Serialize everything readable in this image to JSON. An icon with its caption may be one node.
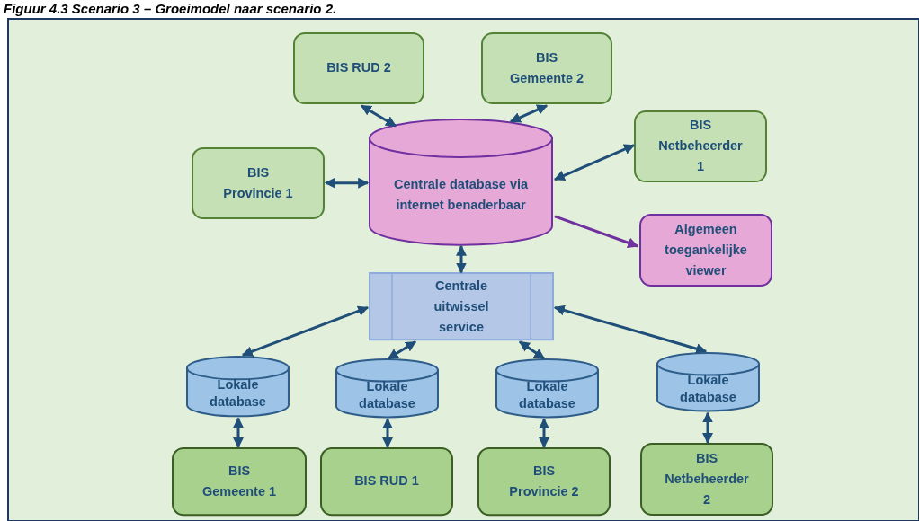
{
  "diagram": {
    "title": "Figuur 4.3 Scenario 3 – Groeimodel naar scenario 2.",
    "nodes": [
      {
        "text": [
          "BIS RUD 2"
        ]
      },
      {
        "text": [
          "BIS Gemeente 2"
        ]
      },
      {
        "text": [
          "BIS Provincie 1"
        ]
      },
      {
        "text": [
          "Centrale database via internet benaderbaar"
        ]
      },
      {
        "text": [
          "BIS Netbeheerder 1"
        ]
      },
      {
        "text": [
          "Algemeen toegankelijke viewer"
        ]
      },
      {
        "text": [
          "Centrale uitwissel service"
        ]
      },
      {
        "text": [
          "Lokale database"
        ]
      },
      {
        "text": [
          "Lokale database"
        ]
      },
      {
        "text": [
          "Lokale database"
        ]
      },
      {
        "text": [
          "Lokale database"
        ]
      },
      {
        "text": [
          "BIS Gemeente 1"
        ]
      },
      {
        "text": [
          "BIS RUD 1"
        ]
      },
      {
        "text": [
          "BIS Provincie 2"
        ]
      },
      {
        "text": [
          "BIS Netbeheerder 2"
        ]
      }
    ],
    "edges": [
      {
        "from": 0,
        "to": 3,
        "arrow": "both"
      },
      {
        "from": 1,
        "to": 3,
        "arrow": "both"
      },
      {
        "from": 2,
        "to": 3,
        "arrow": "both"
      },
      {
        "from": 4,
        "to": 3,
        "arrow": "both"
      },
      {
        "from": 3,
        "to": 5,
        "arrow": "to",
        "color": "#7030a0"
      },
      {
        "from": 3,
        "to": 6,
        "arrow": "both"
      },
      {
        "from": 6,
        "to": 7,
        "arrow": "both"
      },
      {
        "from": 6,
        "to": 8,
        "arrow": "both"
      },
      {
        "from": 6,
        "to": 9,
        "arrow": "both"
      },
      {
        "from": 6,
        "to": 10,
        "arrow": "both"
      },
      {
        "from": 7,
        "to": 11,
        "arrow": "both"
      },
      {
        "from": 8,
        "to": 12,
        "arrow": "both"
      },
      {
        "from": 9,
        "to": 13,
        "arrow": "both"
      },
      {
        "from": 10,
        "to": 14,
        "arrow": "both"
      }
    ]
  }
}
